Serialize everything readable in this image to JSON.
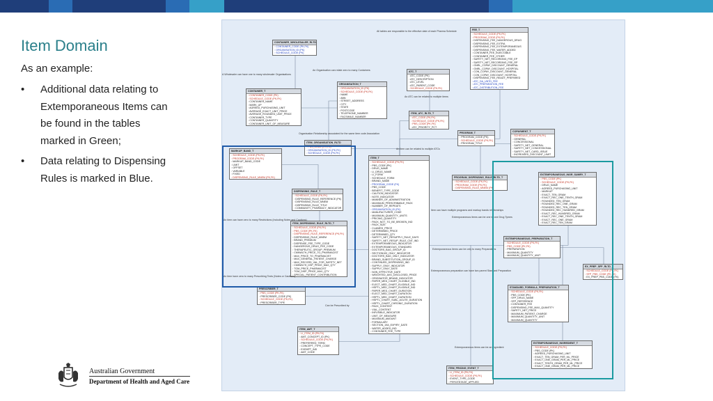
{
  "colors": {
    "title": "#2a7f8a",
    "blue_highlight": "#1e5aa8",
    "green_highlight": "#1a9aa0",
    "topbar": [
      "#1f3e7a",
      "#2a6cb4",
      "#1f3e7a",
      "#2a6cb4",
      "#36a0c8",
      "#1f3e7a",
      "#2a6cb4",
      "#36a0c8"
    ]
  },
  "slide": {
    "title": "Item Domain",
    "subtitle": "As an example:",
    "bullets": [
      {
        "marker": "•",
        "lines": [
          "Additional data relating to",
          "Extemporaneous Items can",
          "be found in the tables",
          "marked in Green;"
        ]
      },
      {
        "marker": "•",
        "lines": [
          "Data relating to Dispensing",
          "Rules is marked in Blue."
        ]
      }
    ]
  },
  "logo": {
    "line1": "Australian Government",
    "line2": "Department of Health and Aged Care",
    "icon": "coat-of-arms-icon"
  },
  "diagram": {
    "tables": [
      {
        "id": "container-whole",
        "title": "CONTAINER_WHOLESALER_RLTD_T",
        "rows": [
          [
            "fk",
            "CONTAINER_CODE (PK,FK)"
          ],
          [
            "fk",
            "ORGANISATION_ID (PK)"
          ],
          [
            "fk",
            "SCHEDULE_CODE (PK)"
          ]
        ]
      },
      {
        "id": "container",
        "title": "CONTAINER_T",
        "rows": [
          [
            "pk",
            "CONTAINER_CODE (PK)"
          ],
          [
            "pk",
            "SCHEDULE_CODE (PK,FK)"
          ],
          [
            "",
            "CONTAINER_NAME"
          ],
          [
            "",
            "MARK_UP"
          ],
          [
            "",
            "AGREED_PURCHASING_UNIT"
          ],
          [
            "",
            "AVERAGE_EXACT_UNIT_PRICE"
          ],
          [
            "",
            "AVERAGE_ROUNDED_UNIT_PRICE"
          ],
          [
            "",
            "CONTAINER_TYPE"
          ],
          [
            "",
            "CONTAINER_QUANTITY"
          ],
          [
            "",
            "CONTAINER_UNIT_OF_MEASURE"
          ]
        ]
      },
      {
        "id": "organisation",
        "title": "ORGANISATION_T",
        "rows": [
          [
            "pk",
            "ORGANISATION_ID (PK)"
          ],
          [
            "pk",
            "SCHEDULE_CODE (PK,FK)"
          ],
          [
            "",
            "NAME"
          ],
          [
            "",
            "ABN"
          ],
          [
            "",
            "STREET_ADDRESS"
          ],
          [
            "",
            "CITY"
          ],
          [
            "",
            "STATE"
          ],
          [
            "",
            "POSTCODE"
          ],
          [
            "",
            "TELEPHONE_NUMBER"
          ],
          [
            "",
            "FACSIMILE_NUMBER"
          ]
        ]
      },
      {
        "id": "atc",
        "title": "ATC_T",
        "rows": [
          [
            "",
            "ATC_CODE (PK)"
          ],
          [
            "",
            "ATC_DESCRIPTION"
          ],
          [
            "",
            "ATC_LEVEL"
          ],
          [
            "",
            "ATC_PARENT_CODE"
          ],
          [
            "pk",
            "SCHEDULE_CODE (PK,FK)"
          ]
        ]
      },
      {
        "id": "fee",
        "title": "FEE_T",
        "rows": [
          [
            "pk",
            "SCHEDULE_CODE (PK,FK)"
          ],
          [
            "pk",
            "PROGRAM_CODE (PK,FK)"
          ],
          [
            "",
            "DISPENSING_FEE_DANGEROUS_DRUG"
          ],
          [
            "",
            "DISPENSING_FEE_EXTRA"
          ],
          [
            "",
            "DISPENSING_FEE_EXTEMPORANEOUS"
          ],
          [
            "",
            "DISPENSING_FEE_WATER_ADDED"
          ],
          [
            "",
            "CONTAINER_FEE_INJECTABLE"
          ],
          [
            "",
            "CONTAINER_FEE_OTHER"
          ],
          [
            "",
            "SAFETY_NET_RECORDING_FEE_EP"
          ],
          [
            "",
            "SAFETY_NET_RECORDING_FEE_RP"
          ],
          [
            "",
            "GNRL_COPAY_DISCOUNT_GENERAL"
          ],
          [
            "",
            "GNRL_COPAY_DISCOUNT_HOSPITAL"
          ],
          [
            "",
            "CON_COPAY_DISCOUNT_GENERAL"
          ],
          [
            "",
            "CON_COPAY_DISCOUNT_HOSPITAL"
          ],
          [
            "",
            "DISPENSING_FEE_READY_PREPARED"
          ],
          [
            "fk",
            "ATC_DA_UNTD_FEE"
          ],
          [
            "fk",
            "ATC_PREPARATION_FEE"
          ],
          [
            "fk",
            "ATC_DISTRIBUTION_FEE"
          ]
        ]
      },
      {
        "id": "item-organisation",
        "title": "ITEM_ORGANISATION_RLTD",
        "rows": [
          [
            "pk",
            "PBS_CODE (PK,FK)"
          ],
          [
            "fk",
            "ORGANISATION_ID (PK,FK)"
          ],
          [
            "fk",
            "SCHEDULE_CODE (PK,FK)"
          ]
        ]
      },
      {
        "id": "item-atc",
        "title": "ITEM_ATC_RLTD_T",
        "rows": [
          [
            "pk",
            "ATC_CODE (PK,FK)"
          ],
          [
            "pk",
            "SCHEDULE_CODE (PK,FK)"
          ],
          [
            "pk",
            "PBS_CODE (PK,FK)"
          ],
          [
            "",
            "ATC_PRIORITY_PCT"
          ]
        ]
      },
      {
        "id": "program",
        "title": "PROGRAM_T",
        "rows": [
          [
            "",
            "PROGRAM_CODE (PK)"
          ],
          [
            "pk",
            "SCHEDULE_CODE (PK,FK)"
          ],
          [
            "",
            "PROGRAM_TITLE"
          ]
        ]
      },
      {
        "id": "copayment",
        "title": "COPAYMENT_T",
        "rows": [
          [
            "pk",
            "SCHEDULE_CODE (PK,FK)"
          ],
          [
            "",
            "GENERAL"
          ],
          [
            "",
            "CONCESSIONAL"
          ],
          [
            "",
            "SAFETY_NET_GENERAL"
          ],
          [
            "",
            "SAFETY_NET_CONCESSIONAL"
          ],
          [
            "",
            "SAFETY_NET_CARD_ISSUE"
          ],
          [
            "",
            "INCREASED_DISCOUNT_LIMIT"
          ]
        ]
      },
      {
        "id": "markup",
        "title": "MARKUP_BAND_T",
        "rows": [
          [
            "pk",
            "SCHEDULE_CODE (PK,FK)"
          ],
          [
            "pk",
            "PROGRAM_CODE (PK,FK)"
          ],
          [
            "",
            "MARKUP_BAND_CODE"
          ],
          [
            "",
            "LIMIT"
          ],
          [
            "",
            "OFFSET"
          ],
          [
            "",
            "VARIABLE"
          ],
          [
            "",
            "FIXED"
          ],
          [
            "pk",
            "DISPENSING_RULE_MNEM (PK,FK)"
          ]
        ]
      },
      {
        "id": "dispensing-rule",
        "title": "DISPENSING_RULE_T",
        "rows": [
          [
            "pk",
            "SCHEDULE_CODE (PK,FK)"
          ],
          [
            "",
            "DISPENSING_RULE_REFERENCE (PK)"
          ],
          [
            "",
            "DISPENSING_RULE_MNEM"
          ],
          [
            "",
            "DISPENSING_RULE_TITLE"
          ],
          [
            "",
            "COMMUNITY_PHARMACY_INDICATOR"
          ]
        ]
      },
      {
        "id": "item-dispensing",
        "title": "ITEM_DISPENSING_RULE_RLTD_T",
        "rows": [
          [
            "pk",
            "SCHEDULE_CODE (PK,FK)"
          ],
          [
            "pk",
            "PBS_CODE (PK,FK)"
          ],
          [
            "pk",
            "DISPENSING_RULE_REFERENCE (PK,FK)"
          ],
          [
            "",
            "DISPENSING_RULE_MNEM"
          ],
          [
            "",
            "BRAND_PREMIUM"
          ],
          [
            "",
            "DISPENSE_FEE_TYPE_CODE"
          ],
          [
            "",
            "DANGEROUS_DRUG_FEE_CODE"
          ],
          [
            "",
            "THERAPEUTIC_GROUP_PREMIUM"
          ],
          [
            "",
            "CMNWLTH_PRICE_TO_PHARMACIST"
          ],
          [
            "",
            "MAX_PRICE_TO_PHARMACIST"
          ],
          [
            "",
            "MAX_GENERAL_PATIENT_CHARGE"
          ],
          [
            "",
            "MAX_RECORD_VAL_FOR_SAFETY_NET"
          ],
          [
            "",
            "CMNWLTH_DSP_PRICE_MAX_QTY"
          ],
          [
            "",
            "TGM_PRICE_PHARMACIST"
          ],
          [
            "",
            "TGM_DISP_PRICE_MAX_QTY"
          ],
          [
            "",
            "SPECIAL_PATIENT_CONTRIBUTION"
          ]
        ]
      },
      {
        "id": "item",
        "title": "ITEM_T",
        "rows": [
          [
            "pk",
            "SCHEDULE_CODE (PK,FK)"
          ],
          [
            "",
            "PBS_CODE (PK)"
          ],
          [
            "",
            "DRUG_NAME"
          ],
          [
            "",
            "LI_DRUG_NAME"
          ],
          [
            "",
            "LI_FORM"
          ],
          [
            "",
            "SCHEDULE_FORM"
          ],
          [
            "",
            "BRAND_NAME"
          ],
          [
            "fk",
            "PROGRAM_CODE (FK)"
          ],
          [
            "",
            "PBS_CODE"
          ],
          [
            "",
            "BENEFIT_TYPE_CODE"
          ],
          [
            "",
            "CAUTION_INDICATOR"
          ],
          [
            "",
            "NOTE_INDICATOR"
          ],
          [
            "",
            "MANNER_OF_ADMINISTRATION"
          ],
          [
            "",
            "MAXIMUM_PRESCRIBABLE_PACK"
          ],
          [
            "",
            "NUMBER_OF_REPEATS"
          ],
          [
            "fk",
            "ORGANISATION_ID (FK)"
          ],
          [
            "",
            "MANUFACTURER_CODE"
          ],
          [
            "",
            "MAXIMUM_QUANTITY_UNITS"
          ],
          [
            "",
            "PRICING_QUANTITY"
          ],
          [
            "",
            "PACK_NOT_TO_BE_BROKEN_IND"
          ],
          [
            "",
            "PACK_SIZE"
          ],
          [
            "",
            "CLAIMED_PRICE"
          ],
          [
            "",
            "DETERMINED_PRICE"
          ],
          [
            "",
            "DETERMINED_QTY"
          ],
          [
            "",
            "SAFETY_NET_RESUPPLY_RULE_DAYS"
          ],
          [
            "",
            "SAFETY_NET_RESUP_RULE_CNT_IND"
          ],
          [
            "",
            "EXTEMPORANEOUS_INDICATOR"
          ],
          [
            "",
            "EXTEMPORANEOUS_STANDARD"
          ],
          [
            "",
            "DOCTORS_BAG_GROUP_ID"
          ],
          [
            "",
            "SECTION100_ONLY_INDICATOR"
          ],
          [
            "",
            "DOCTORS_BAG_ONLY_INDICATOR"
          ],
          [
            "",
            "BRAND_SUBSTITUTION_GROUP_ID"
          ],
          [
            "",
            "CONTINUED_DISPENSING_IND"
          ],
          [
            "",
            "SUPPLY_ONLY_INDICATOR"
          ],
          [
            "",
            "SUPPLY_ONLY_DATE"
          ],
          [
            "",
            "NON_EFFECTIVE_DATE"
          ],
          [
            "",
            "WEIGHTED_AVG_DISCLOSED_PRICE"
          ],
          [
            "",
            "ORIGINATOR_BRAND_INDICATOR"
          ],
          [
            "",
            "PAPER_MED_CHART_ELIGIBLE_IND"
          ],
          [
            "",
            "ELECT_MED_CHART_ELIGIBLE_IND"
          ],
          [
            "",
            "HSPTL_MED_CHART_ELIGIBLE_IND"
          ],
          [
            "",
            "PAPER_MED_CHART_DURATION"
          ],
          [
            "",
            "ELECT_MED_CHART_DURATION"
          ],
          [
            "",
            "HSPTL_MED_CHART_DURATION"
          ],
          [
            "",
            "HSPTL_CHART_SUBL_ACUTE_DURATION"
          ],
          [
            "",
            "HSPTL_CHART_CHRONIC_DURATION"
          ],
          [
            "",
            "PACK_CONTENT"
          ],
          [
            "",
            "VIAL_CONTENT"
          ],
          [
            "",
            "INFUSIBLE_INDICATOR"
          ],
          [
            "",
            "UNIT_OF_MEASURE"
          ],
          [
            "",
            "MAXIMUM_AMOUNT"
          ],
          [
            "",
            "FORMULARY"
          ],
          [
            "",
            "SECTION_19A_EXPIRY_DATE"
          ],
          [
            "",
            "WATER_ADDED_IND"
          ],
          [
            "",
            "CONTAINER_FEE_TYPE"
          ]
        ]
      },
      {
        "id": "program-dispensing",
        "title": "PROGRAM_DISPENSING_RULE_RLTD_T",
        "rows": [
          [
            "pk",
            "SCHEDULE_CODE (PK,FK)"
          ],
          [
            "pk",
            "PROGRAM_CODE (PK,FK)"
          ],
          [
            "pk",
            "DISPENSING_RULE_MNEM (PK)"
          ]
        ]
      },
      {
        "id": "extemp-ingredient",
        "title": "EXTEMPORANEOUS_INGR_SUMRY_T",
        "rows": [
          [
            "pk",
            "PBS_CODE (PK)"
          ],
          [
            "pk",
            "SCHEDULE_CODE (PK,FK)"
          ],
          [
            "",
            "DRUG_NAME"
          ],
          [
            "",
            "AGREED_PURCHASING_UNIT"
          ],
          [
            "",
            "MARKUP"
          ],
          [
            "",
            "EXACT_TEN_GRAM"
          ],
          [
            "",
            "EXACT_REC_ONE_TENTH_GRAM"
          ],
          [
            "",
            "ROUNDED_TEN_GRAM"
          ],
          [
            "",
            "ROUNDED_REC_ONE_GRAM"
          ],
          [
            "",
            "ROUNDED_REC_TEN_GRAM"
          ],
          [
            "",
            "ROUNDED_REC_HUNDRED_GRAM"
          ],
          [
            "",
            "EXACT_REC_HUNDRED_GRAM"
          ],
          [
            "",
            "EXACT_REC_ONE_TENTH_GRAM"
          ],
          [
            "",
            "EXACT_REC_ONE_GRAM"
          ],
          [
            "",
            "EXACT_REC_TEN_GRAM"
          ]
        ]
      },
      {
        "id": "extemp-prep",
        "title": "EXTEMPORANEOUS_PREPARATION_T",
        "rows": [
          [
            "pk",
            "SCHEDULE_CODE (PK,FK)"
          ],
          [
            "pk",
            "PBS_CODE (PK,FK)"
          ],
          [
            "",
            "PREPARATION"
          ],
          [
            "",
            "MAXIMUM_QUANTITY"
          ],
          [
            "",
            "MAXIMUM_QUANTITY_UNIT"
          ]
        ]
      },
      {
        "id": "ex-prep-sfp",
        "title": "EX_PREP_SFP_RLTD_T",
        "rows": [
          [
            "pk",
            "SCHEDULE_CODE (PK,FK)"
          ],
          [
            "pk",
            "SFP_PBS_CODE (PK,FK)"
          ],
          [
            "",
            "EX_PREP_PBS_CODE (FK)"
          ]
        ]
      },
      {
        "id": "prescriber",
        "title": "PRESCRIBER_T",
        "rows": [
          [
            "pk",
            "PBS_CODE (PK,FK)"
          ],
          [
            "",
            "PRESCRIBER_CODE (PK)"
          ],
          [
            "pk",
            "SCHEDULE_CODE (PK,FK)"
          ],
          [
            "",
            "PRESCRIBER_TYPE"
          ]
        ]
      },
      {
        "id": "standard-formula",
        "title": "STANDARD_FORMULA_PREPARATION_T",
        "rows": [
          [
            "pk",
            "SCHEDULE_CODE (PK,FK)"
          ],
          [
            "",
            "PBS_CODE (PK)"
          ],
          [
            "",
            "SFP_DRUG_NAME"
          ],
          [
            "",
            "SFP_REFERENCE"
          ],
          [
            "",
            "CONTAINER_FEE"
          ],
          [
            "",
            "DISPENSING_FEE_MAX_QUANTITY"
          ],
          [
            "",
            "SAFETY_NET_PRICE"
          ],
          [
            "",
            "MAXIMUM_PATIENT_CHARGE"
          ],
          [
            "",
            "MAXIMUM_QUANTITY_UNIT"
          ],
          [
            "",
            "MAXIMUM_QUANTITY"
          ]
        ]
      },
      {
        "id": "item-amt",
        "title": "ITEM_AMT_T",
        "rows": [
          [
            "pk",
            "LI_ITEM_ID (PK,FK)"
          ],
          [
            "",
            "AMT_CONCEPT_ID (PK)"
          ],
          [
            "pk",
            "SCHEDULE_CODE (PK,FK)"
          ],
          [
            "",
            "PREFERRED_TERM"
          ],
          [
            "",
            "CONCEPT_TYPE_CODE"
          ],
          [
            "",
            "EXEMPT_IND"
          ],
          [
            "",
            "AMT_CODE"
          ]
        ]
      },
      {
        "id": "item-pricing-event",
        "title": "ITEM_PRICING_EVENT_T",
        "rows": [
          [
            "pk",
            "LI_ITEM_ID (PK,FK)"
          ],
          [
            "pk",
            "SCHEDULE_CODE (PK,FK)"
          ],
          [
            "",
            "EVENT_TYPE_CODE"
          ],
          [
            "",
            "PERCENTAGE_APPLIED"
          ]
        ]
      },
      {
        "id": "extemp-ingredient-2",
        "title": "EXTEMPORANEOUS_INGREDIENT_T",
        "rows": [
          [
            "pk",
            "SCHEDULE_CODE (PK,FK)"
          ],
          [
            "",
            "PBS_CODE (PK)"
          ],
          [
            "",
            "AGREED_PURCHASING_UNIT"
          ],
          [
            "",
            "EXACT_TEN_GRAM_PER_ML_PRICE"
          ],
          [
            "",
            "EXACT_ONE_GRAM_PER_ML_PRICE"
          ],
          [
            "",
            "EXACT_TENTH_GRAM_PER_ML_PRICE"
          ],
          [
            "",
            "EXACT_ONE_GRAM_PER_ML_PRICE"
          ]
        ]
      }
    ],
    "relations": [
      "All tables are responsible to the effective date of each Pharma Schedule",
      "A Wholesaler can have one to many wholesaler Organisations",
      "An Organisation can relate zero to many Containers",
      "An ATC can be related to multiple items",
      "Organisation Relationship associated for the same item code Association",
      "An item can be related to multiple ATCs",
      "Item can have multiple programs and markup bands relationships",
      "Extemporaneous items can be one to one Drug Tymes",
      "Extemporaneous items can be only to many Preparations",
      "Extemporaneous preparation can have two parent Standard Preparation",
      "An item can have zero to many Restrictions (Including Notes and Cautions)",
      "An item have zero to many Prescribing Texts (Notes or Cautions)",
      "Can be Prescribed by",
      "Extemporaneous items can be an Ingredient"
    ]
  }
}
